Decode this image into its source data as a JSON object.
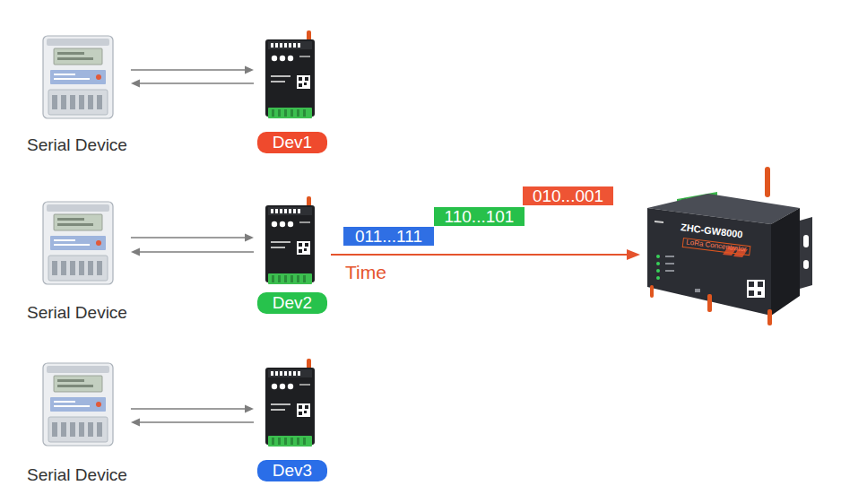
{
  "diagram": {
    "nodes": [
      {
        "text": [
          "Serial Device"
        ]
      },
      {
        "text": [
          "Dev1"
        ]
      },
      {
        "text": [
          "Serial Device"
        ]
      },
      {
        "text": [
          "Dev2"
        ]
      },
      {
        "text": [
          "010...001"
        ]
      },
      {
        "text": [
          "110...101"
        ]
      },
      {
        "text": [
          "011...111"
        ]
      },
      {
        "text": [
          "ZHC-GW8000",
          "LoRa Concentrator"
        ]
      },
      {
        "text": [
          "Serial Device"
        ]
      },
      {
        "text": [
          "Dev3"
        ]
      }
    ],
    "edges": [
      {
        "from": 0,
        "to": 1,
        "arrow": "to"
      },
      {
        "from": 1,
        "to": 0,
        "arrow": "to"
      },
      {
        "from": 2,
        "to": 3,
        "arrow": "to"
      },
      {
        "from": 3,
        "to": 2,
        "arrow": "to"
      },
      {
        "from": 8,
        "to": 9,
        "arrow": "to"
      },
      {
        "from": 9,
        "to": 8,
        "arrow": "to"
      },
      {
        "from": 3,
        "to": 7,
        "arrow": "to",
        "label": "Time"
      }
    ]
  }
}
